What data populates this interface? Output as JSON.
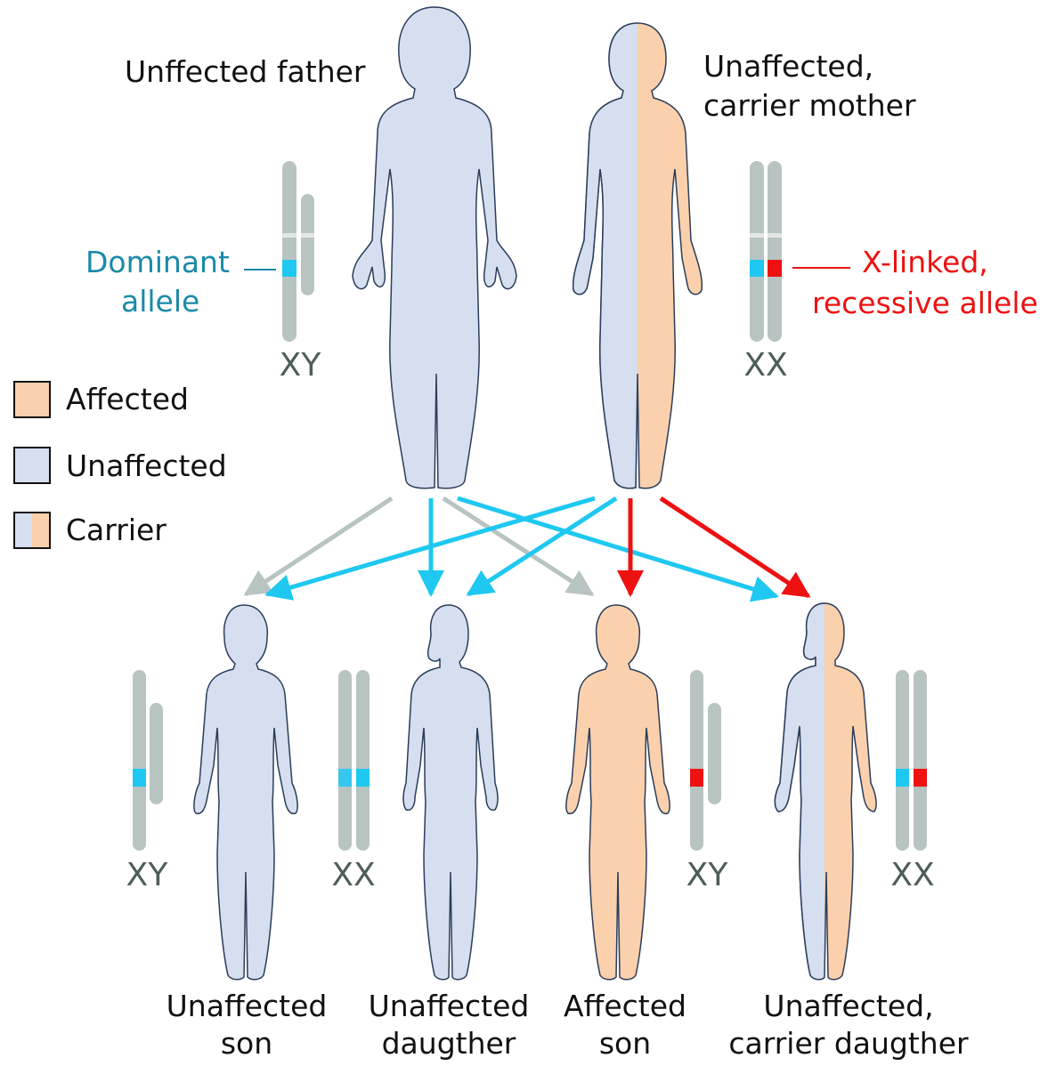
{
  "colors": {
    "affected": "#fbd0ac",
    "unaffected": "#d5dff0",
    "dominant_allele": "#1ec8f0",
    "recessive_allele": "#ee1111",
    "chromosome": "#b8c4c1",
    "arrow_gray": "#b8c4c1",
    "arrow_blue": "#1ec8f0",
    "arrow_red": "#ee1111"
  },
  "parents": {
    "father": {
      "label": "Unffected father",
      "chromosomes": "XY"
    },
    "mother": {
      "label_line1": "Unaffected,",
      "label_line2": "carrier mother",
      "chromosomes": "XX"
    }
  },
  "annotations": {
    "dominant_line1": "Dominant",
    "dominant_line2": "allele",
    "recessive_line1": "X-linked,",
    "recessive_line2": "recessive allele"
  },
  "legend": [
    {
      "label": "Affected",
      "swatch": "affected"
    },
    {
      "label": "Unaffected",
      "swatch": "unaffected"
    },
    {
      "label": "Carrier",
      "swatch": "carrier"
    }
  ],
  "children": [
    {
      "label_line1": "Unaffected",
      "label_line2": "son",
      "chromosomes": "XY",
      "status": "unaffected"
    },
    {
      "label_line1": "Unaffected",
      "label_line2": "daugther",
      "chromosomes": "XX",
      "status": "unaffected"
    },
    {
      "label_line1": "Affected",
      "label_line2": "son",
      "chromosomes": "XY",
      "status": "affected"
    },
    {
      "label_line1": "Unaffected,",
      "label_line2": "carrier daugther",
      "chromosomes": "XX",
      "status": "carrier"
    }
  ]
}
